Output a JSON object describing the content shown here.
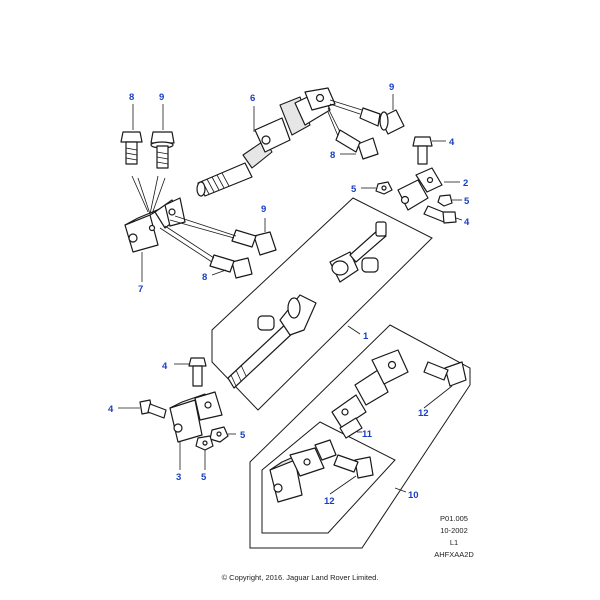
{
  "colors": {
    "callout": "#1a3fbf",
    "line": "#1a1a1a",
    "background": "#ffffff"
  },
  "callouts": {
    "c1": "1",
    "c2": "2",
    "c3": "3",
    "c4a": "4",
    "c4b": "4",
    "c4c": "4",
    "c4d": "4",
    "c5a": "5",
    "c5b": "5",
    "c5c": "5",
    "c5d": "5",
    "c6": "6",
    "c7": "7",
    "c8a": "8",
    "c8b": "8",
    "c8c": "8",
    "c9a": "9",
    "c9b": "9",
    "c9c": "9",
    "c10": "10",
    "c11": "11",
    "c12a": "12",
    "c12b": "12"
  },
  "meta": {
    "line1": "P01.005",
    "line2": "10-2002",
    "line3": "L1",
    "line4": "AHFXAA2D"
  },
  "copyright": "© Copyright, 2016. Jaguar Land Rover Limited."
}
